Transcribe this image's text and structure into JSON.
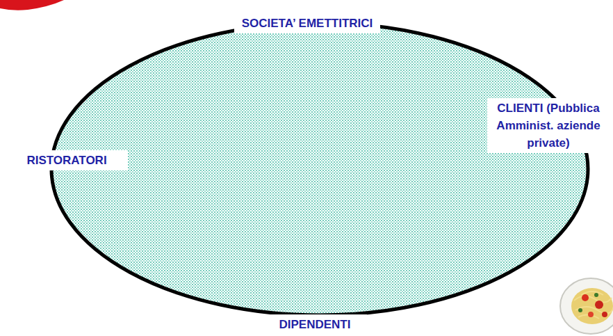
{
  "diagram": {
    "labels": [
      "SOCIETA’ EMETTITRICI",
      "RISTORATORI",
      "CLIENTI (Pubblica Amminist. aziende private)",
      "DIPENDENTI"
    ]
  }
}
